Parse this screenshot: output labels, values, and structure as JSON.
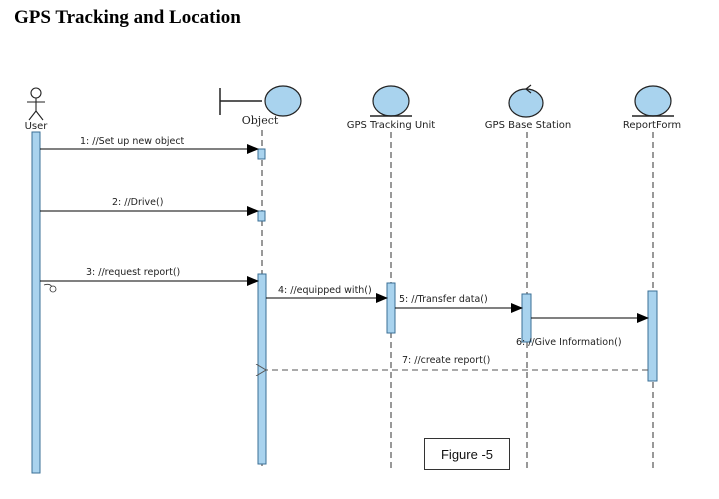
{
  "page": {
    "title": "GPS Tracking and Location",
    "caption": "Figure -5"
  },
  "diagram": {
    "lifelines": [
      {
        "id": "user",
        "label": "User",
        "kind": "actor"
      },
      {
        "id": "object",
        "label": "Object",
        "kind": "boundary"
      },
      {
        "id": "gps_unit",
        "label": "GPS Tracking Unit",
        "kind": "entity"
      },
      {
        "id": "gps_base",
        "label": "GPS Base Station",
        "kind": "control"
      },
      {
        "id": "report",
        "label": "ReportForm",
        "kind": "entity"
      }
    ],
    "messages": [
      {
        "label": "1: //Set up new object",
        "from": "user",
        "to": "object",
        "type": "sync"
      },
      {
        "label": "2: //Drive()",
        "from": "user",
        "to": "object",
        "type": "sync"
      },
      {
        "label": "3: //request report()",
        "from": "user",
        "to": "object",
        "type": "sync"
      },
      {
        "label": "4: //equipped with()",
        "from": "object",
        "to": "gps_unit",
        "type": "sync"
      },
      {
        "label": "5: //Transfer data()",
        "from": "gps_unit",
        "to": "gps_base",
        "type": "sync"
      },
      {
        "label": "6: //Give Information()",
        "from": "gps_base",
        "to": "report",
        "type": "sync"
      },
      {
        "label": "7: //create report()",
        "from": "report",
        "to": "object",
        "type": "return"
      }
    ]
  },
  "colors": {
    "activation": "#a9d3ee",
    "activation_stroke": "#3a6f96",
    "head_fill": "#a9d3ee"
  }
}
